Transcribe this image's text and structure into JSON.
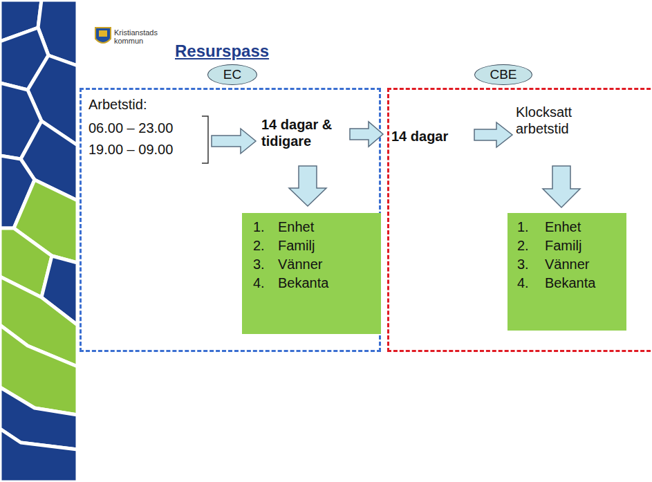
{
  "diagram": {
    "title": "Resurspass",
    "nodes": [
      {
        "text": [
          "EC"
        ]
      },
      {
        "text": [
          "CBE"
        ]
      },
      {
        "text": [
          "Arbetstid:",
          "06.00 – 23.00",
          "19.00 – 09.00",
          "14 dagar & tidigare"
        ]
      },
      {
        "text": [
          "1.",
          "Enhet",
          "2.",
          "Familj",
          "3.",
          "Vänner",
          "4.",
          "Bekanta"
        ],
        "in": 2
      },
      {
        "text": [
          "14 dagar",
          "Klocksatt arbetstid"
        ]
      },
      {
        "text": [
          "1.",
          "Enhet",
          "2.",
          "Familj",
          "3.",
          "Vänner",
          "4.",
          "Bekanta"
        ],
        "in": 4
      }
    ],
    "labels": [
      "Kristianstads kommun"
    ]
  }
}
